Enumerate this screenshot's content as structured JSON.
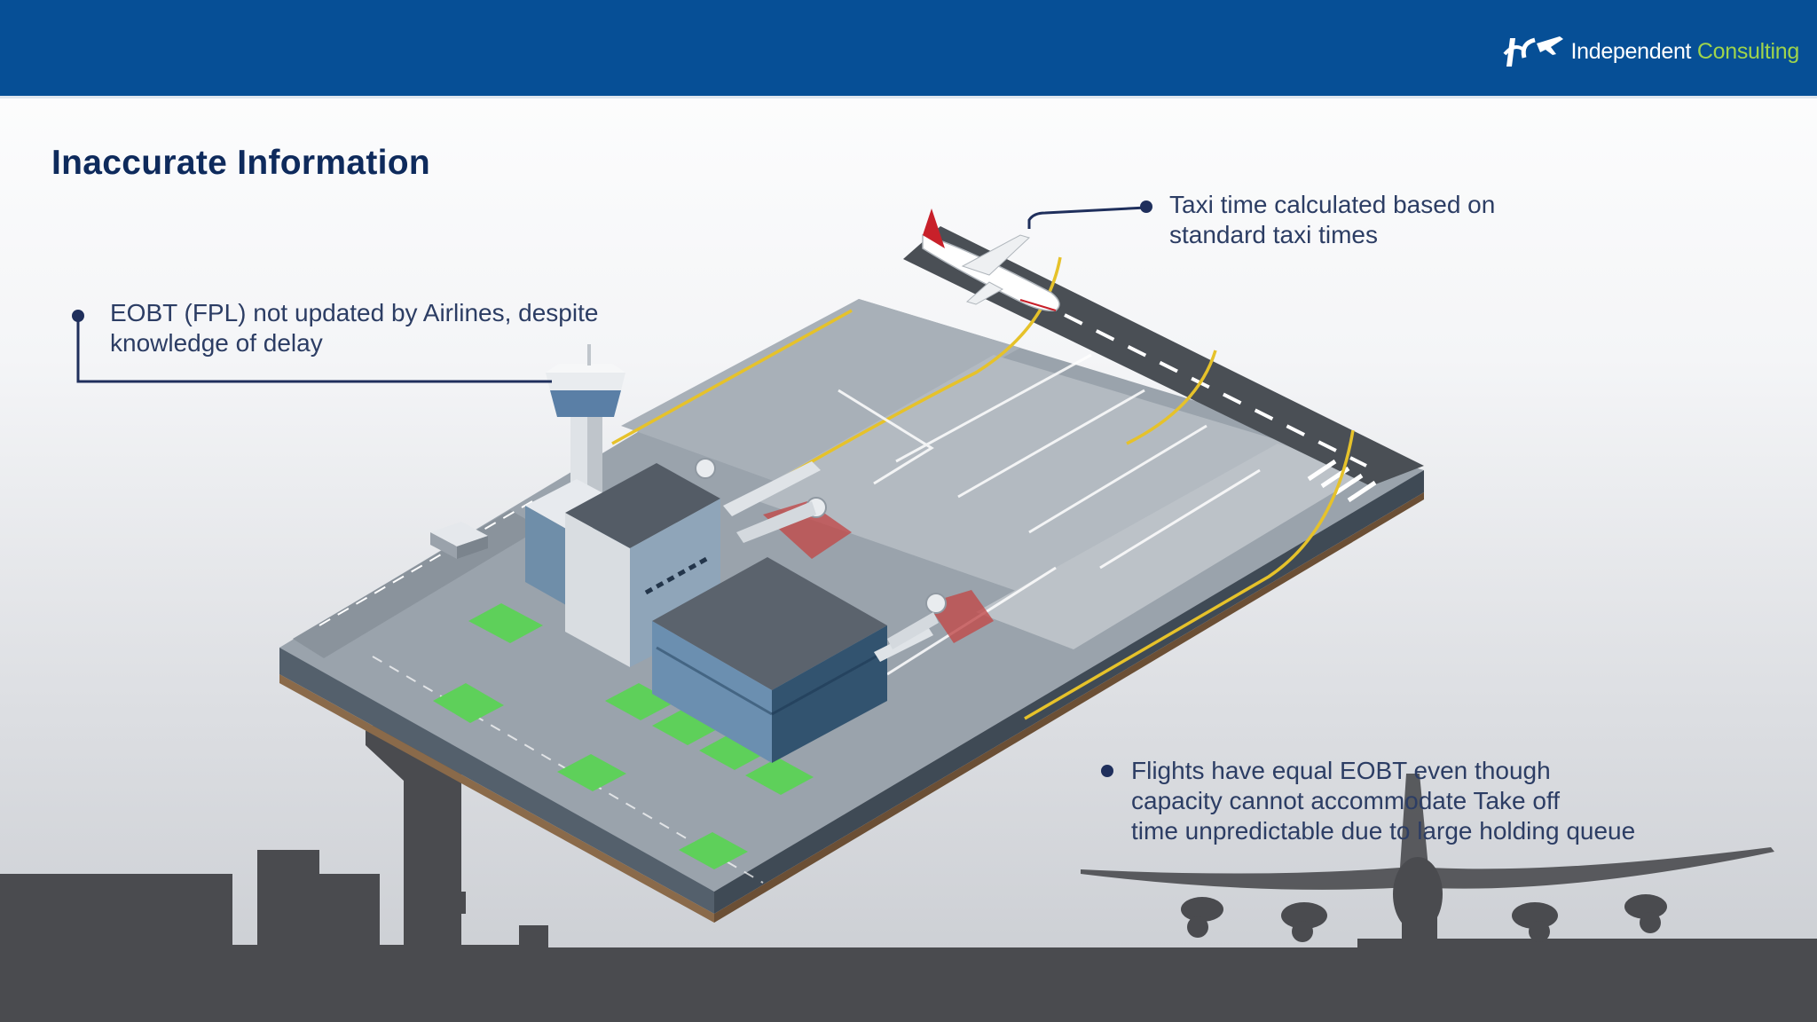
{
  "header": {
    "logo_word1": "Independent",
    "logo_word2": "Consulting",
    "bar_color": "#064f96",
    "logo_accent_color": "#9fd44c"
  },
  "title": "Inaccurate Information",
  "callouts": {
    "eobt": {
      "lines": [
        "EOBT (FPL) not updated by Airlines, despite",
        "knowledge of delay"
      ]
    },
    "taxi": {
      "lines": [
        "Taxi time calculated based on",
        "standard taxi times"
      ]
    },
    "flights": {
      "lines": [
        "Flights have equal EOBT even though",
        "capacity cannot accommodate Take off",
        "time unpredictable due to large holding queue"
      ]
    }
  },
  "colors": {
    "title": "#0e2a5c",
    "callout_text": "#2c3d64",
    "leader_line": "#1f2f5c",
    "silhouette": "#4a4b4f",
    "apron": "#9aa3ac",
    "runway": "#4a4f55",
    "grass": "#5ed05a",
    "taxi_line": "#e6c22a"
  }
}
